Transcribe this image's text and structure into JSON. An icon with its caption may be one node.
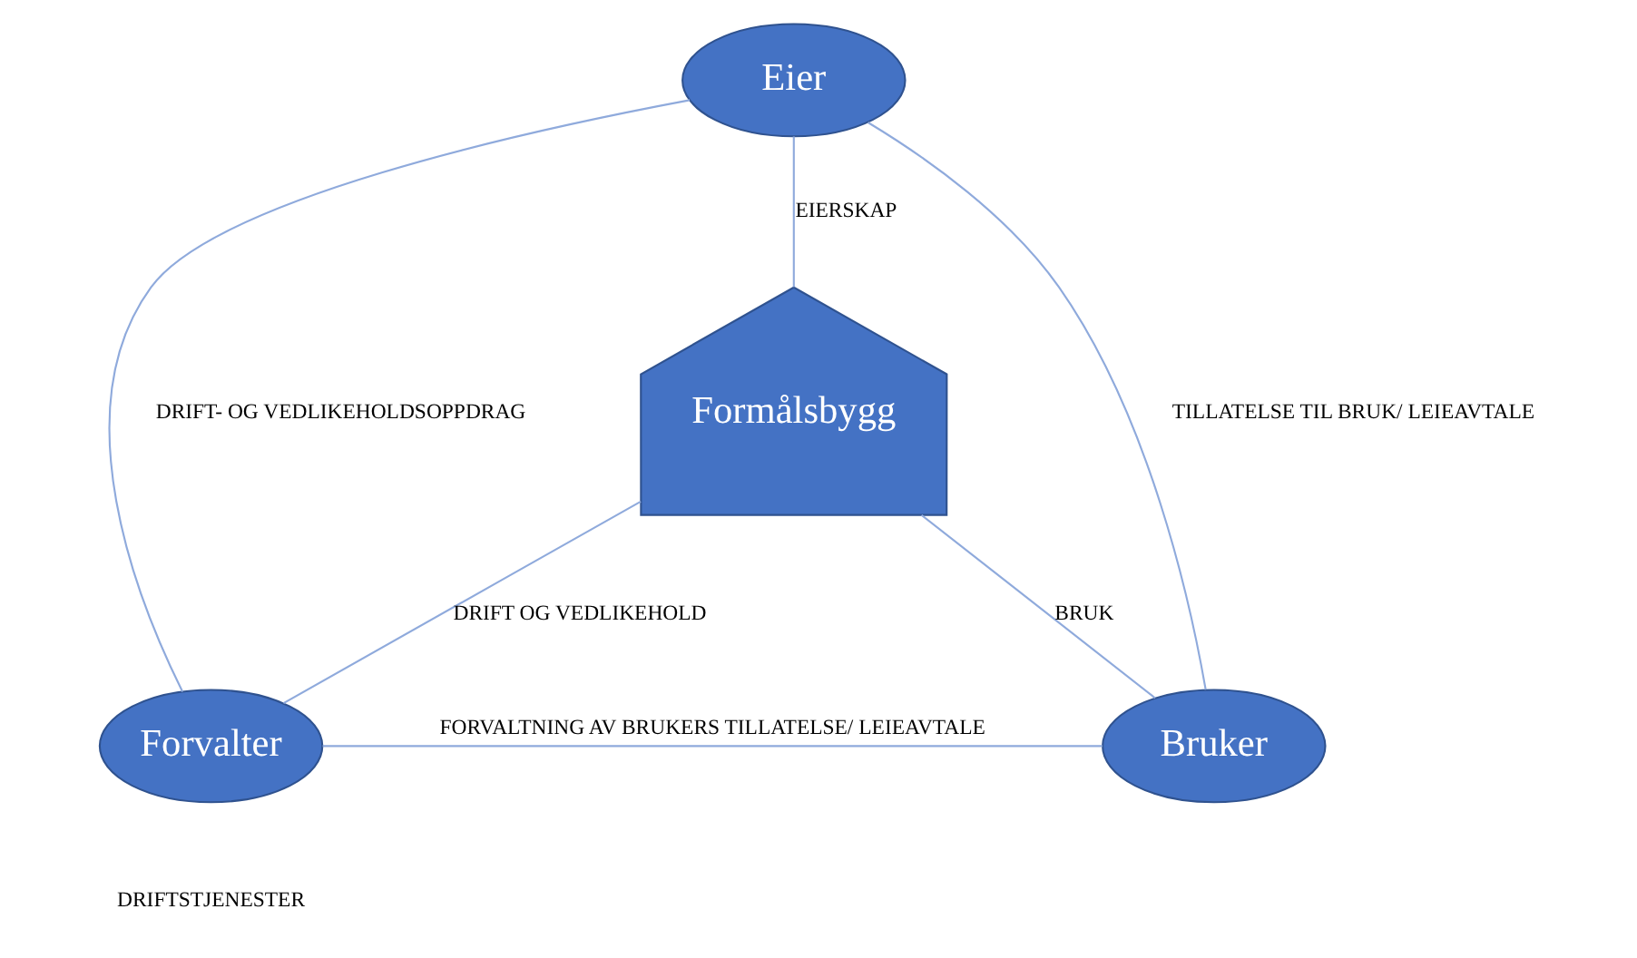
{
  "diagram": {
    "nodes": [
      {
        "text": [
          "Eier"
        ]
      },
      {
        "text": [
          "Formålsbygg"
        ]
      },
      {
        "text": [
          "Forvalter"
        ]
      },
      {
        "text": [
          "Bruker"
        ]
      }
    ],
    "edges": [
      {
        "from": 0,
        "to": 1,
        "arrow": "none",
        "label": "EIERSKAP"
      },
      {
        "from": 0,
        "to": 2,
        "arrow": "none",
        "label": "DRIFT- OG VEDLIKEHOLDSOPPDRAG"
      },
      {
        "from": 0,
        "to": 3,
        "arrow": "none",
        "label": "TILLATELSE TIL BRUK/ LEIEAVTALE"
      },
      {
        "from": 1,
        "to": 2,
        "arrow": "none",
        "label": "DRIFT OG VEDLIKEHOLD"
      },
      {
        "from": 1,
        "to": 3,
        "arrow": "none",
        "label": "BRUK"
      },
      {
        "from": 2,
        "to": 3,
        "arrow": "none",
        "label": "FORVALTNING AV BRUKERS TILLATELSE/ LEIEAVTALE"
      }
    ],
    "labels": [
      "DRIFTSTJENESTER"
    ]
  }
}
